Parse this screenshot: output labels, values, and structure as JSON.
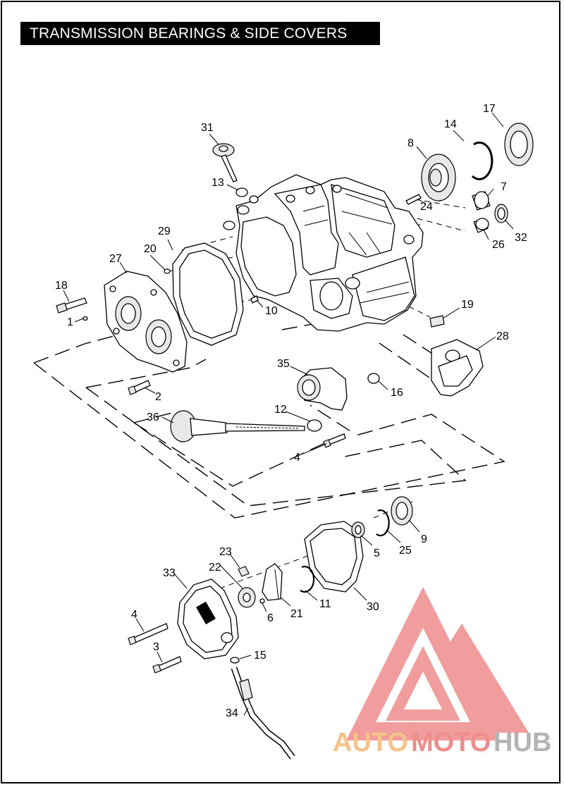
{
  "title": "TRANSMISSION BEARINGS & SIDE COVERS",
  "callouts": [
    {
      "n": "31"
    },
    {
      "n": "13"
    },
    {
      "n": "8"
    },
    {
      "n": "14"
    },
    {
      "n": "17"
    },
    {
      "n": "7"
    },
    {
      "n": "24"
    },
    {
      "n": "26"
    },
    {
      "n": "32"
    },
    {
      "n": "29"
    },
    {
      "n": "20"
    },
    {
      "n": "27"
    },
    {
      "n": "18"
    },
    {
      "n": "1"
    },
    {
      "n": "10"
    },
    {
      "n": "19"
    },
    {
      "n": "28"
    },
    {
      "n": "35"
    },
    {
      "n": "16"
    },
    {
      "n": "2"
    },
    {
      "n": "36"
    },
    {
      "n": "12"
    },
    {
      "n": "4"
    },
    {
      "n": "23"
    },
    {
      "n": "33"
    },
    {
      "n": "22"
    },
    {
      "n": "5"
    },
    {
      "n": "25"
    },
    {
      "n": "9"
    },
    {
      "n": "11"
    },
    {
      "n": "30"
    },
    {
      "n": "6"
    },
    {
      "n": "21"
    },
    {
      "n": "4"
    },
    {
      "n": "3"
    },
    {
      "n": "15"
    },
    {
      "n": "34"
    }
  ],
  "watermark": {
    "auto": "AUTO",
    "moto": "MOTO",
    "hub": "HUB",
    "color_auto": "#f5c38a",
    "color_moto": "#ef8d8d",
    "color_hub": "#b4b4b4",
    "logo_color": "#f08c8c"
  }
}
